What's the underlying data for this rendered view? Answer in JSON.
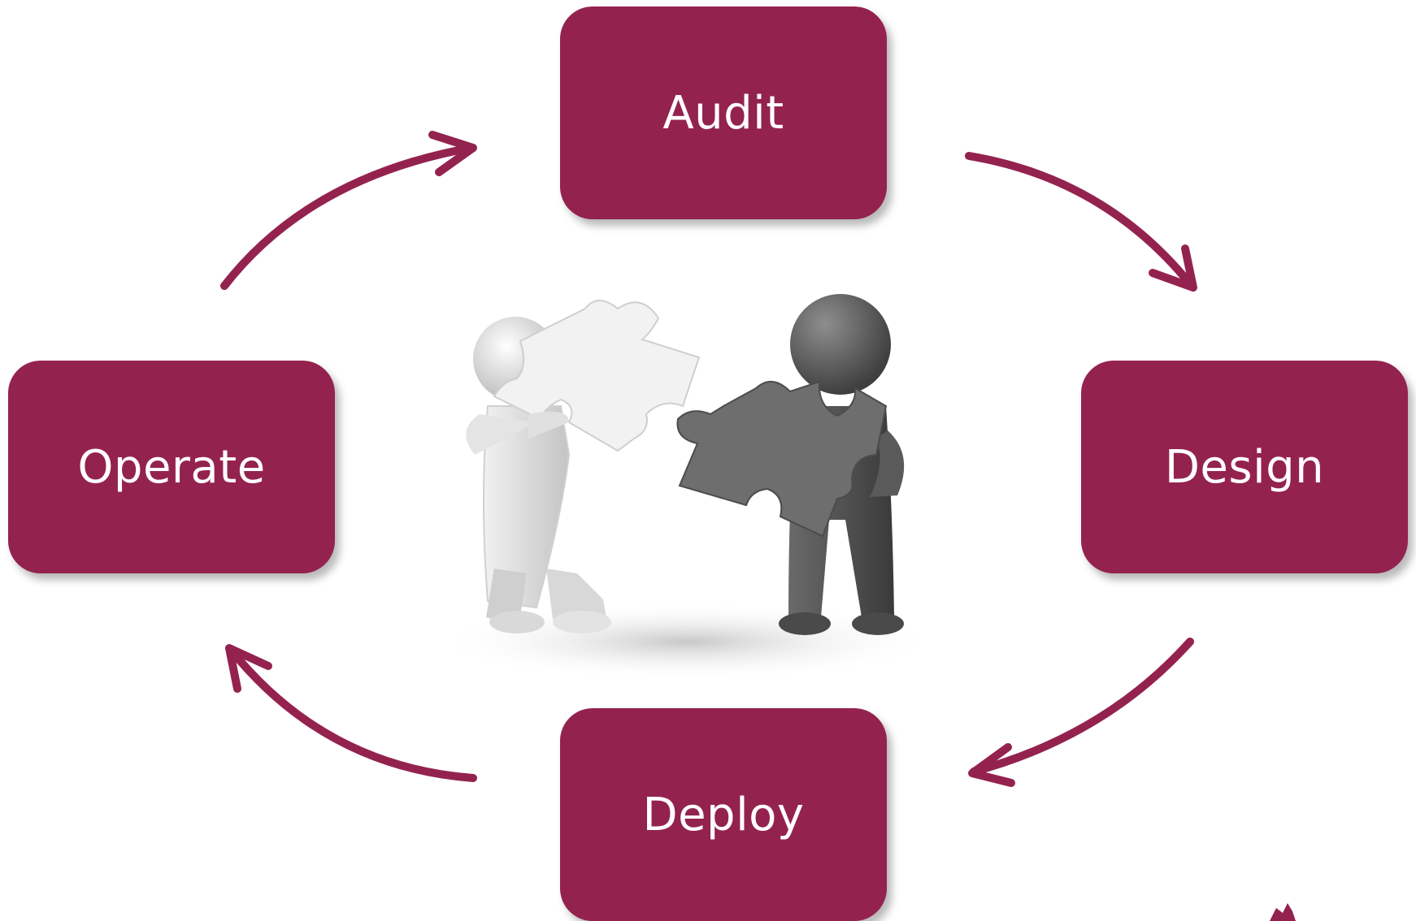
{
  "diagram": {
    "stages": {
      "audit": "Audit",
      "design": "Design",
      "deploy": "Deploy",
      "operate": "Operate"
    },
    "flow": [
      "audit",
      "design",
      "deploy",
      "operate"
    ],
    "accent_color": "#94224f",
    "center_illustration": "two-figures-holding-puzzle-pieces-icon"
  }
}
